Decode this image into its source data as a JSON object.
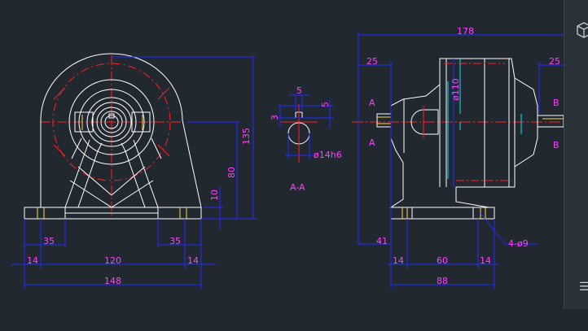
{
  "colors": {
    "background": "#212830",
    "outline": "#ffffff",
    "dimension": "#1f2cff",
    "dimension_text": "#ff40ff",
    "centerline": "#ff2020",
    "hidden_edge": "#00e5ff",
    "hatch": "#ffd84a"
  },
  "front_view": {
    "dims": {
      "height_total": "135",
      "height_axis": "80",
      "foot_height": "10",
      "foot_left": "35",
      "foot_right": "35",
      "edge_left": "14",
      "bolt_span": "120",
      "edge_right": "14",
      "overall_width": "148"
    }
  },
  "section_view": {
    "dims": {
      "key_width": "5",
      "key_depth": "5",
      "key_offset": "3",
      "shaft_diameter": "ø14h6"
    },
    "label": "A-A"
  },
  "side_view": {
    "dims": {
      "overall_length": "178",
      "shaft_left": "25",
      "shaft_right": "25",
      "body_diameter": "ø110",
      "base_offset": "41",
      "base_edge_left": "14",
      "base_span": "60",
      "base_edge_right": "14",
      "base_width": "88",
      "holes": "4-ø9"
    },
    "cut_labels": [
      "A",
      "A",
      "B",
      "B"
    ]
  },
  "side_panel": {
    "top_icon": "view-cube-icon",
    "bottom_icon": "hamburger-menu-icon"
  }
}
